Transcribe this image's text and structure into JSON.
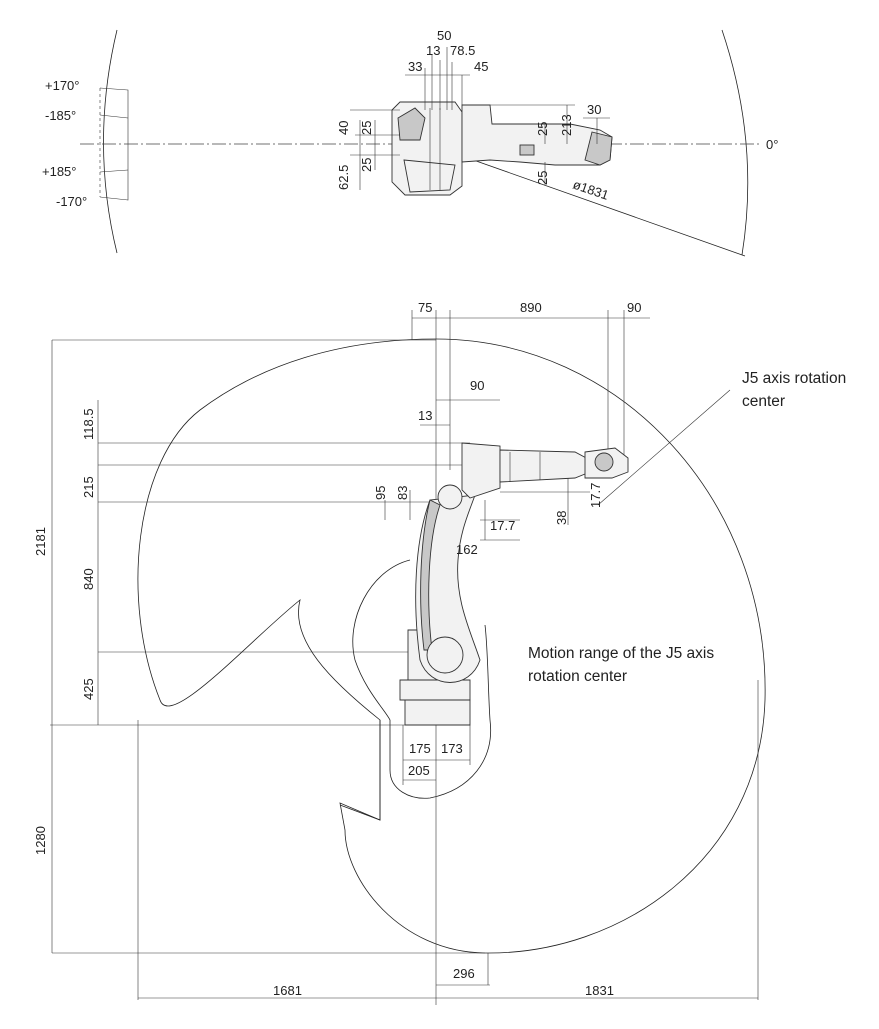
{
  "top_view": {
    "angle_labels": [
      "+170°",
      "-185°",
      "+185°",
      "-170°",
      "0°"
    ],
    "dims": [
      "50",
      "13",
      "78.5",
      "33",
      "45",
      "30",
      "40",
      "25",
      "25",
      "25",
      "213",
      "25",
      "62.5"
    ],
    "reach_label": "ø1831"
  },
  "side_view": {
    "dims_top": [
      "75",
      "890",
      "90"
    ],
    "dims_left": [
      "2181",
      "118.5",
      "215",
      "840",
      "425",
      "1280"
    ],
    "dims_inner": [
      "90",
      "13",
      "95",
      "83",
      "17.7",
      "162",
      "38",
      "17.7",
      "175",
      "173",
      "205",
      "296"
    ],
    "dims_bottom": [
      "1681",
      "1831"
    ],
    "j5_label_line1": "J5 axis rotation",
    "j5_label_line2": "center",
    "motion_label_line1": "Motion range of the J5 axis",
    "motion_label_line2": "rotation center"
  }
}
